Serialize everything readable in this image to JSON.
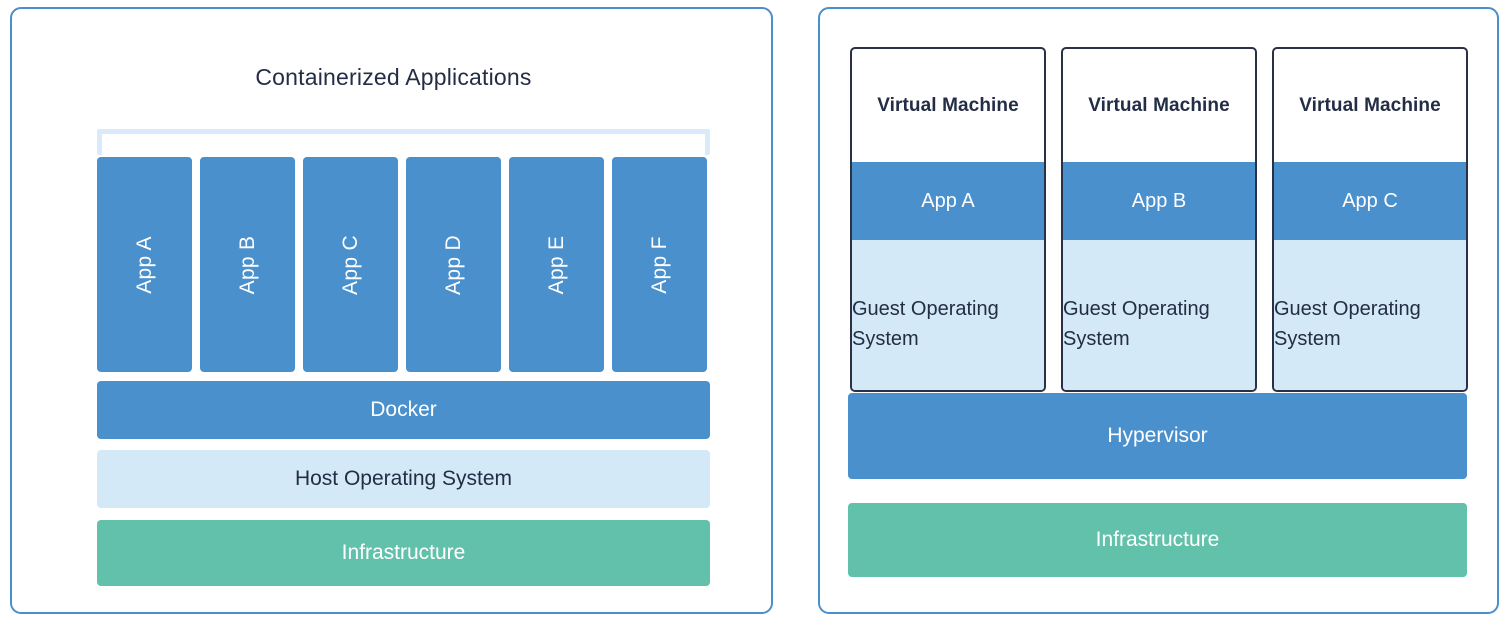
{
  "containers_panel": {
    "title": "Containerized Applications",
    "apps": [
      {
        "label": "App A"
      },
      {
        "label": "App B"
      },
      {
        "label": "App C"
      },
      {
        "label": "App D"
      },
      {
        "label": "App E"
      },
      {
        "label": "App F"
      }
    ],
    "layers": [
      {
        "label": "Docker",
        "color": "#4a90cc"
      },
      {
        "label": "Host Operating System",
        "color": "#d4e9f7"
      },
      {
        "label": "Infrastructure",
        "color": "#62c1ab"
      }
    ],
    "docker_label": "Docker",
    "host_os_label": "Host Operating System",
    "infrastructure_label": "Infrastructure"
  },
  "vms_panel": {
    "vms": [
      {
        "title": "Virtual Machine",
        "app": "App A",
        "guest_os": "Guest Operating System"
      },
      {
        "title": "Virtual Machine",
        "app": "App B",
        "guest_os": "Guest Operating System"
      },
      {
        "title": "Virtual Machine",
        "app": "App C",
        "guest_os": "Guest Operating System"
      }
    ],
    "hypervisor_label": "Hypervisor",
    "infrastructure_label": "Infrastructure"
  },
  "colors": {
    "panel_border": "#4a90cc",
    "accent_blue": "#4a90cc",
    "light_blue": "#d4e9f7",
    "bracket_blue": "#d9ebfa",
    "green": "#62c1ab",
    "text_dark": "#232d45",
    "vm_border": "#2a3045"
  }
}
